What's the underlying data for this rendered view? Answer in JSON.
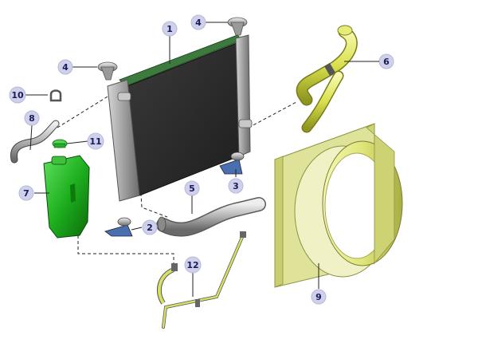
{
  "callouts": {
    "c1": "1",
    "c2": "2",
    "c3": "3",
    "c4a": "4",
    "c4b": "4",
    "c5": "5",
    "c6": "6",
    "c7": "7",
    "c8": "8",
    "c9": "9",
    "c10": "10",
    "c11": "11",
    "c12": "12"
  },
  "colors": {
    "callout_fill": "#cfd0ea",
    "callout_text": "#1a1a5a",
    "radiator_core": "#2c2c2c",
    "radiator_frame": "#9a9a9a",
    "green_part": "#1fb01f",
    "yellow_part": "#e4ea8a",
    "silver_part": "#b8b8b8"
  }
}
